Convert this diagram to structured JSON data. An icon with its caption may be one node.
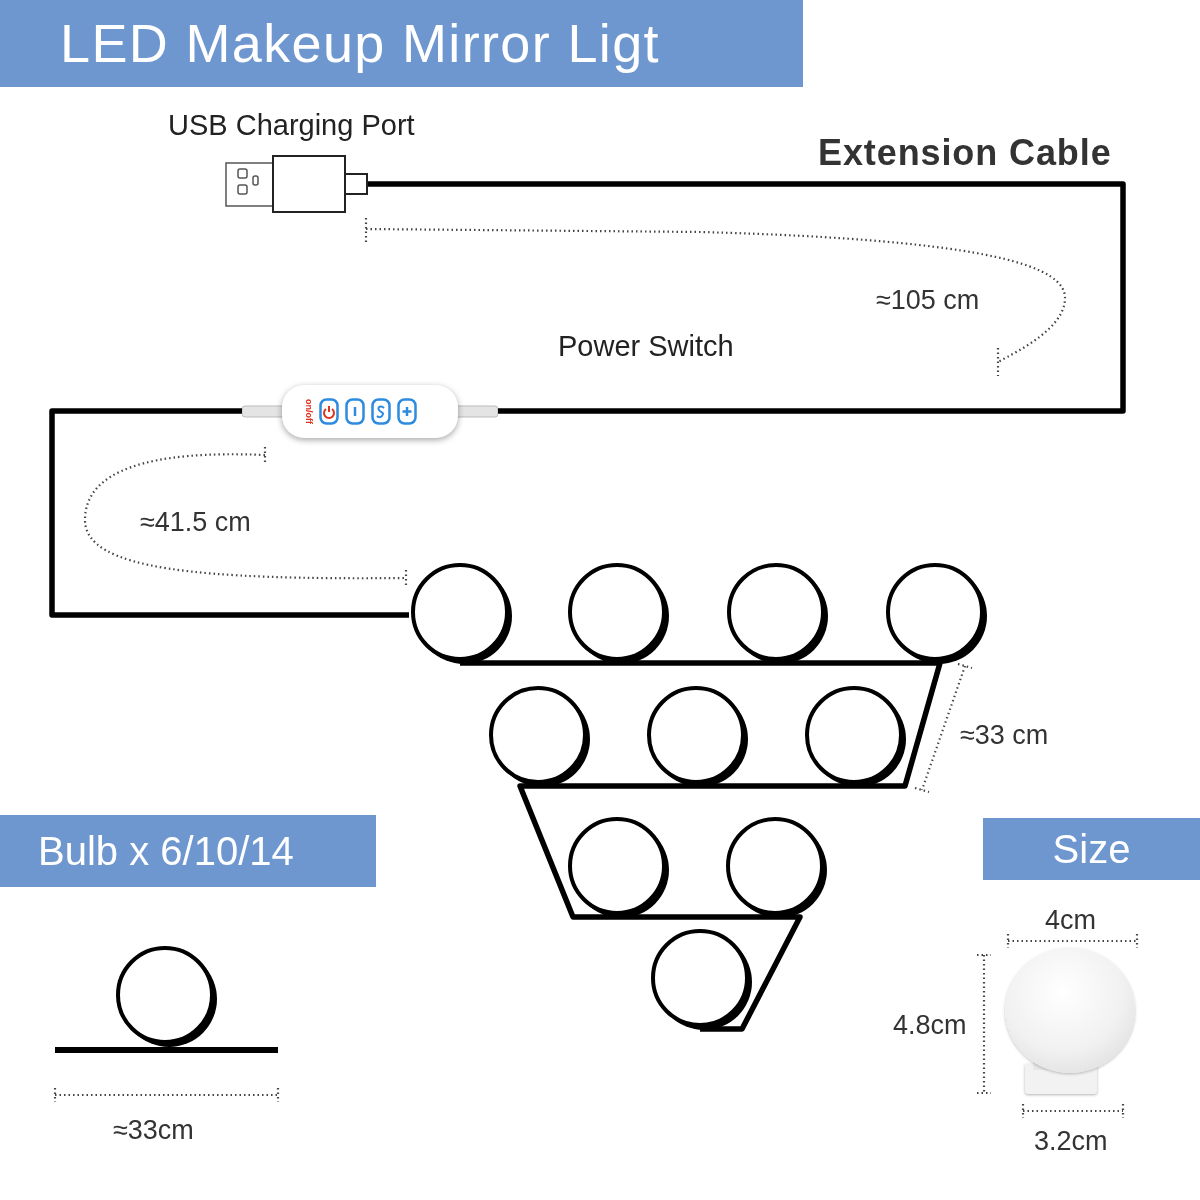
{
  "diagram": {
    "title": "LED Makeup Mirror Ligt",
    "nodes": [
      {
        "text": [],
        "shape": "box",
        "beside": [
          "USB Charging Port"
        ]
      },
      {
        "text": [
          "on/off"
        ],
        "beside": [
          "Power Switch"
        ]
      },
      {
        "text": [],
        "shape": "circle"
      },
      {
        "text": [],
        "shape": "circle"
      },
      {
        "text": [],
        "shape": "circle"
      },
      {
        "text": [],
        "shape": "circle"
      },
      {
        "text": [],
        "shape": "circle"
      },
      {
        "text": [],
        "shape": "circle"
      },
      {
        "text": [],
        "shape": "circle"
      },
      {
        "text": [],
        "shape": "circle"
      },
      {
        "text": [],
        "shape": "circle"
      },
      {
        "text": [],
        "shape": "circle"
      },
      {
        "text": [],
        "shape": "circle"
      },
      {
        "text": [],
        "shape": "picture"
      }
    ],
    "edges": [
      {
        "from": 0,
        "to": 1,
        "arrow": "none",
        "label": "Extension Cable"
      },
      {
        "from": 1,
        "to": 2,
        "arrow": "none"
      },
      {
        "from": 2,
        "to": 3,
        "arrow": "none"
      },
      {
        "from": 3,
        "to": 4,
        "arrow": "none"
      },
      {
        "from": 4,
        "to": 5,
        "arrow": "none"
      },
      {
        "from": 5,
        "to": 8,
        "arrow": "none"
      },
      {
        "from": 8,
        "to": 7,
        "arrow": "none"
      },
      {
        "from": 7,
        "to": 6,
        "arrow": "none"
      },
      {
        "from": 6,
        "to": 9,
        "arrow": "none"
      },
      {
        "from": 9,
        "to": 10,
        "arrow": "none"
      },
      {
        "from": 10,
        "to": 11,
        "arrow": "none"
      }
    ],
    "labels": [
      "≈105 cm",
      "≈41.5 cm",
      "≈33 cm",
      "Bulb x 6/10/14",
      "≈33cm",
      "Size",
      "4cm",
      "4.8cm",
      "3.2cm"
    ]
  }
}
